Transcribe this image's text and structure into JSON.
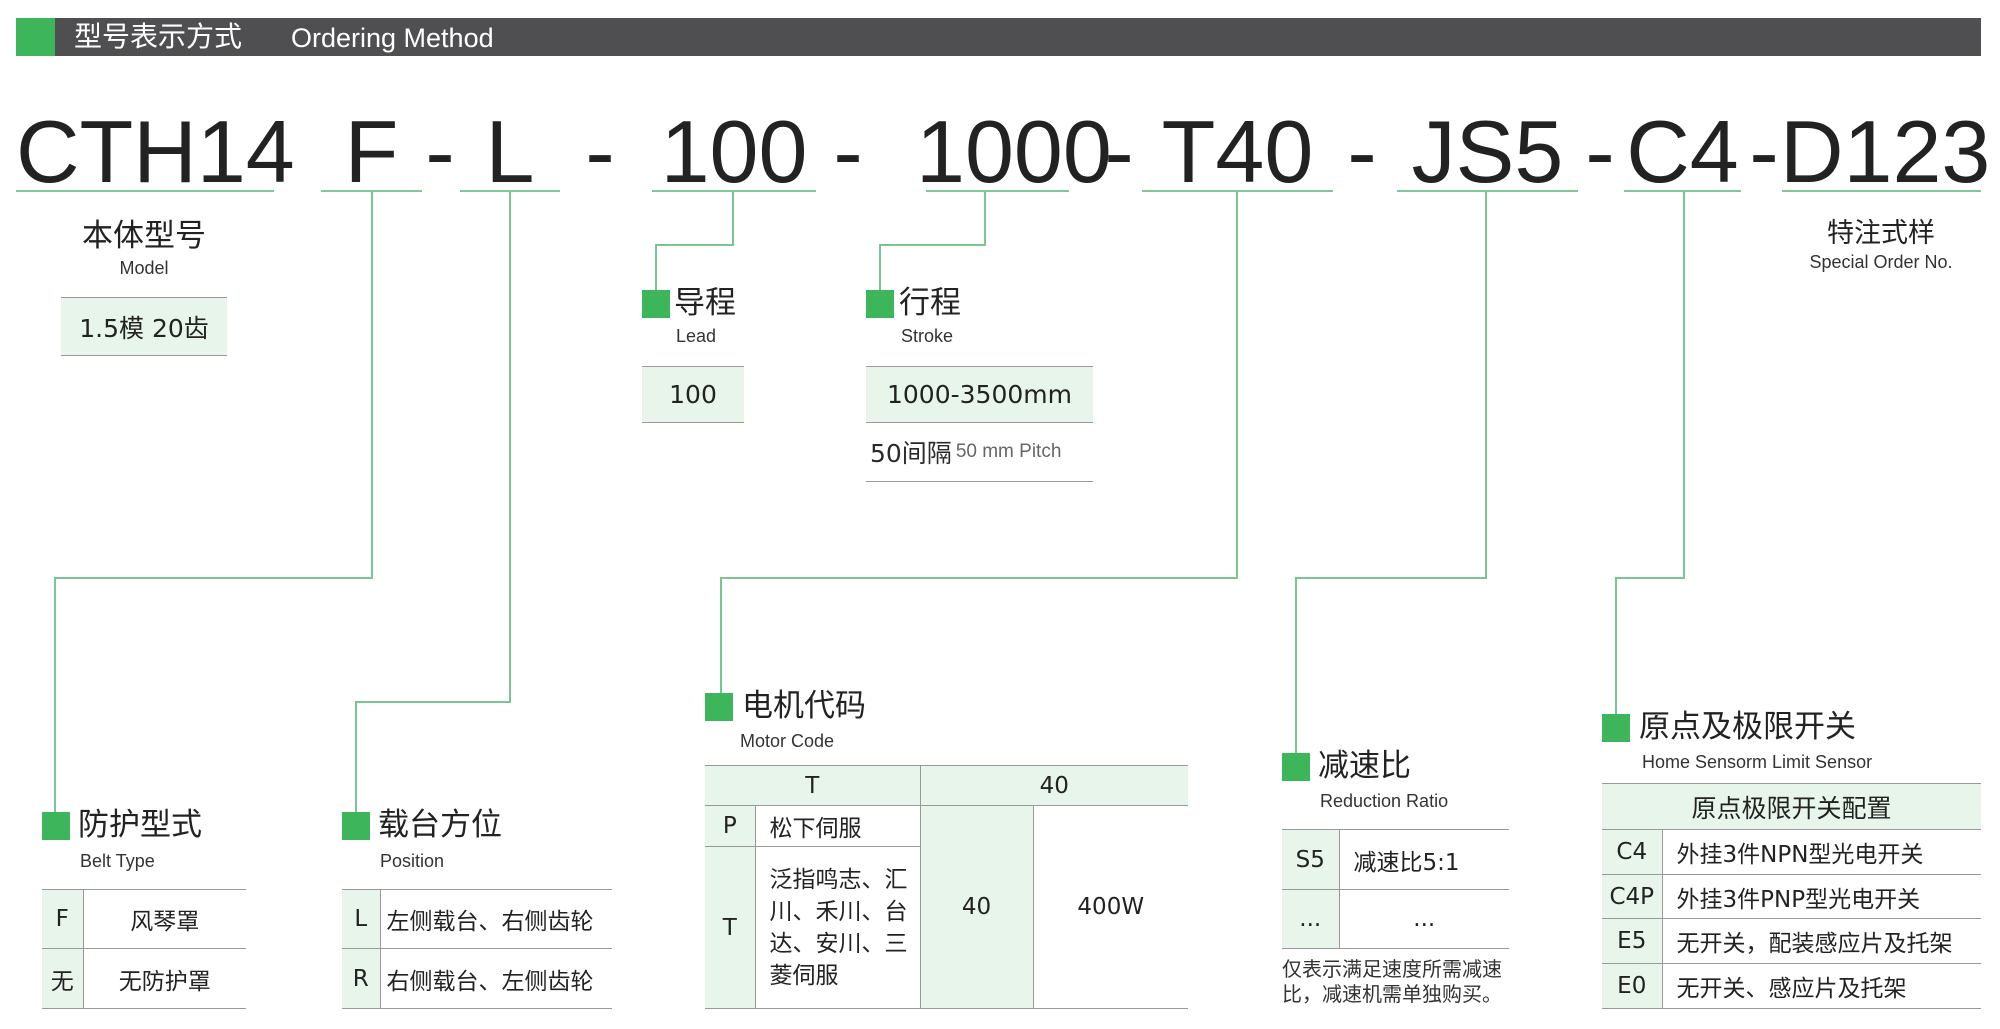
{
  "header": {
    "title_cn": "型号表示方式",
    "title_en": "Ordering Method"
  },
  "code": {
    "segments": [
      "CTH14",
      "F",
      "L",
      "100",
      "1000",
      "T40",
      "JS5",
      "C4",
      "D123"
    ],
    "separator": "-"
  },
  "model": {
    "cn": "本体型号",
    "en": "Model",
    "value": "1.5模 20齿"
  },
  "lead": {
    "cn": "导程",
    "en": "Lead",
    "value": "100"
  },
  "stroke": {
    "cn": "行程",
    "en": "Stroke",
    "value": "1000-3500mm",
    "pitch_cn": "50间隔",
    "pitch_en": "50 mm Pitch"
  },
  "special": {
    "cn": "特注式样",
    "en": "Special Order No."
  },
  "belt": {
    "cn": "防护型式",
    "en": "Belt Type",
    "rows": [
      {
        "code": "F",
        "desc": "风琴罩"
      },
      {
        "code": "无",
        "desc": "无防护罩"
      }
    ]
  },
  "position": {
    "cn": "载台方位",
    "en": "Position",
    "rows": [
      {
        "code": "L",
        "desc": "左侧载台、右侧齿轮"
      },
      {
        "code": "R",
        "desc": "右侧载台、左侧齿轮"
      }
    ]
  },
  "motor": {
    "cn": "电机代码",
    "en": "Motor Code",
    "head_left": "T",
    "head_right": "40",
    "rows": [
      {
        "code": "P",
        "desc": "松下伺服"
      },
      {
        "code": "T",
        "desc": "泛指鸣志、汇川、禾川、台达、安川、三菱伺服"
      }
    ],
    "size": "40",
    "power": "400W"
  },
  "reduction": {
    "cn": "减速比",
    "en": "Reduction Ratio",
    "rows": [
      {
        "code": "S5",
        "desc": "减速比5:1"
      },
      {
        "code": "...",
        "desc": "..."
      }
    ],
    "note": "仅表示满足速度所需减速比，减速机需单独购买。"
  },
  "sensor": {
    "cn": "原点及极限开关",
    "en": "Home Sensorm Limit Sensor",
    "table_title": "原点极限开关配置",
    "rows": [
      {
        "code": "C4",
        "desc": "外挂3件NPN型光电开关"
      },
      {
        "code": "C4P",
        "desc": "外挂3件PNP型光电开关"
      },
      {
        "code": "E5",
        "desc": "无开关，配装感应片及托架"
      },
      {
        "code": "E0",
        "desc": "无开关、感应片及托架"
      }
    ]
  },
  "colors": {
    "accent": "#3db55b",
    "header_bg": "#4f4f51",
    "cell_bg": "#e8f5ea",
    "line": "#7cc494"
  }
}
